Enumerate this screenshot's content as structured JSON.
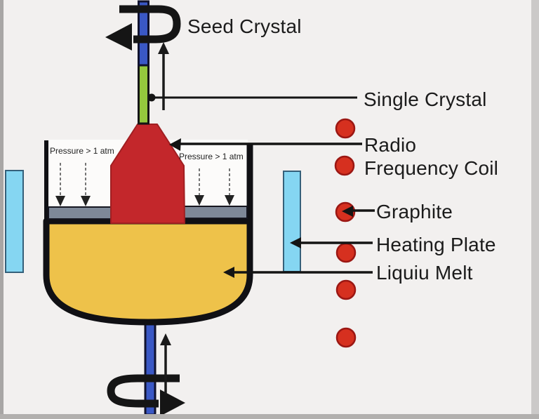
{
  "labels": {
    "seed_crystal": "Seed Crystal",
    "single_crystal": "Single Crystal",
    "rf_coil": {
      "line1": "Radio",
      "line2": "Frequency Coil"
    },
    "graphite": "Graphite",
    "heating_plate": "Heating Plate",
    "liquid_melt": "Liquiu Melt",
    "pressure_left": "Pressure > 1 atm",
    "pressure_right": "Pressure > 1 atm"
  },
  "colors": {
    "background": "#f2f0ef",
    "shaft_blue": "#3a58c5",
    "rod_green": "#94c83d",
    "boule_red": "#c3272b",
    "melt_yellow": "#eec24a",
    "plate_gray": "#7e8898",
    "heater_cyan": "#85d6f2",
    "coil_red": "#d6301f",
    "chamber_white": "#fcfbfa",
    "line_black": "#161616"
  }
}
